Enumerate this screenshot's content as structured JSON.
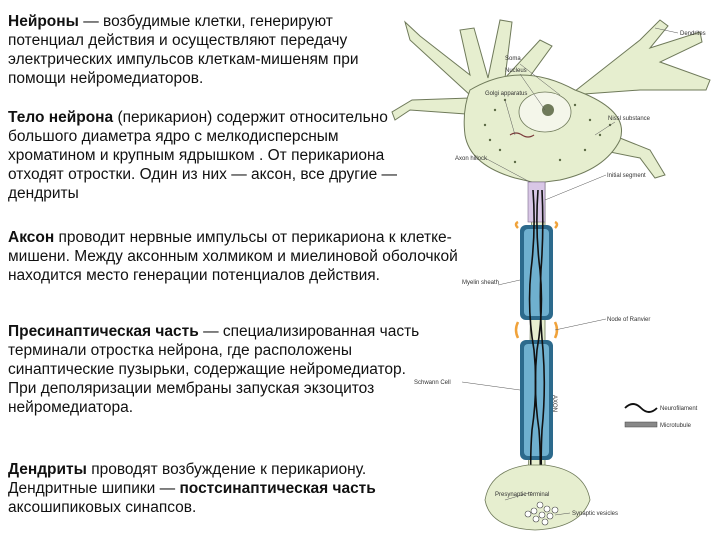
{
  "paragraphs": {
    "p1": {
      "term": "Нейроны",
      "rest": " — возбудимые клетки, генерируют потенциал действия и осуществляют передачу электрических импульсов клеткам-мишеням при помощи нейромедиаторов."
    },
    "p2": {
      "term": "Тело нейрона",
      "rest": " (перикарион) содержит относительно большого диаметра ядро с мелкодисперсным хроматином и крупным ядрышком . От перикариона отходят отростки. Один из них — аксон, все другие — дендриты"
    },
    "p3": {
      "term": "Аксон",
      "rest": " проводит нервные импульсы от перикариона к клетке-мишени. Между аксонным холмиком и миелиновой оболочкой находится место генерации потенциалов действия."
    },
    "p4": {
      "term": "Пресинаптическая часть",
      "rest": " — специализированная часть терминали отростка нейрона, где расположены синаптические пузырьки, содержащие нейромедиатор.",
      "line2": "При деполяризации мембраны запуская экзоцитоз нейромедиатора."
    },
    "p5": {
      "term": "Дендриты",
      "mid": " проводят возбуждение к перикариону. Дендритные шипики — ",
      "term2": "постсинаптическая часть",
      "rest": " аксошипиковых синапсов."
    }
  },
  "diagram_labels": {
    "dendrites": "Dendrites",
    "soma": "Soma",
    "nucleus": "Nucleus",
    "golgi": "Golgi apparatus",
    "nissl": "Nissl substance",
    "axon_hillock": "Axon hillock",
    "initial_segment": "Initial segment",
    "myelin": "Myelin sheath",
    "ranvier": "Node of Ranvier",
    "schwann": "Schwann Cell",
    "axon": "AXON",
    "neurofilament": "Neurofilament",
    "microtubule": "Microtubule",
    "presynaptic": "Presynaptic terminal",
    "vesicles": "Synaptic vesicles"
  },
  "colors": {
    "cell_fill": "#e6eecf",
    "cell_stroke": "#6f7a5a",
    "myelin": "#2c6a8c",
    "myelin_light": "#6fb0cf",
    "node": "#f0a23a",
    "fiber": "#111111"
  }
}
